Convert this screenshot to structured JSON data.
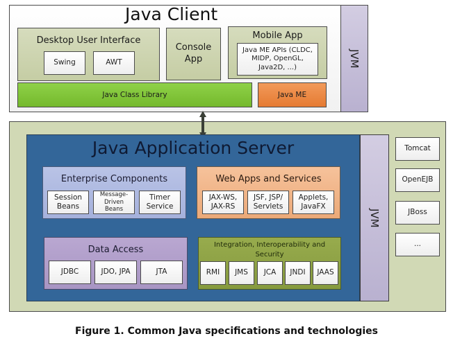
{
  "client": {
    "title": "Java Client",
    "jvm_label": "JVM",
    "desktop": {
      "title": "Desktop User Interface",
      "items": [
        "Swing",
        "AWT"
      ]
    },
    "console": {
      "title": "Console App"
    },
    "mobile": {
      "title": "Mobile App",
      "apis": "Java ME APIs (CLDC, MIDP, OpenGL, Java2D, ...)"
    },
    "class_library": "Java Class Library",
    "java_me": "Java ME"
  },
  "connector": {
    "icon": "double-arrow-icon"
  },
  "server": {
    "title": "Java Application Server",
    "jvm_label": "JVM",
    "enterprise": {
      "title": "Enterprise Components",
      "items": [
        "Session Beans",
        "Message-Driven Beans",
        "Timer Service"
      ]
    },
    "webapps": {
      "title": "Web Apps and Services",
      "items": [
        "JAX-WS, JAX-RS",
        "JSF, JSP/ Servlets",
        "Applets, JavaFX"
      ]
    },
    "data_access": {
      "title": "Data Access",
      "items": [
        "JDBC",
        "JDO, JPA",
        "JTA"
      ]
    },
    "integration": {
      "title": "Integration, Interoperability and Security",
      "items": [
        "RMI",
        "JMS",
        "JCA",
        "JNDI",
        "JAAS"
      ]
    },
    "implementations": [
      "Tomcat",
      "OpenEJB",
      "JBoss",
      "..."
    ]
  },
  "caption": "Figure 1. Common Java specifications and technologies",
  "colors": {
    "client_bg": "#f7f7f7",
    "jvm": "#c6bfda",
    "olive_box": "#ced5b0",
    "class_library": "#7fc33a",
    "java_me": "#eb8745",
    "server_outer": "#d1d9b5",
    "server": "#336699",
    "enterprise": "#aeb9e0",
    "webapps": "#f0b586",
    "data_access": "#b09eca",
    "integration": "#8ea245"
  }
}
